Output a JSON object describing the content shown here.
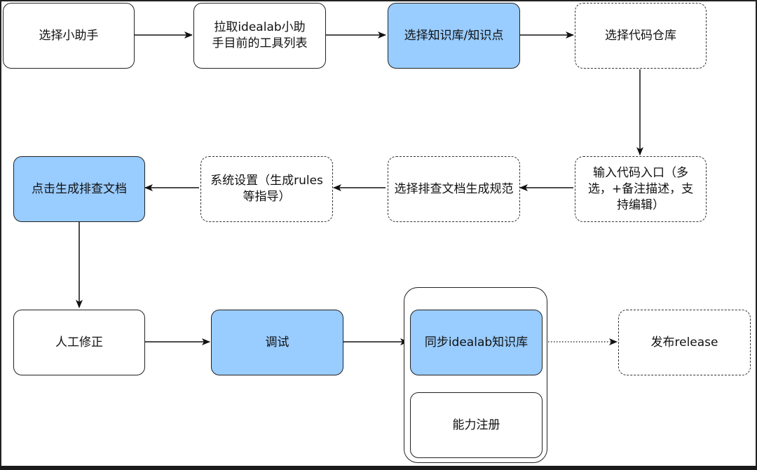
{
  "colors": {
    "node_fill_highlight": "#99ccff",
    "node_fill_default": "#ffffff",
    "stroke": "#111111"
  },
  "nodes": {
    "select_assistant": "选择小助手",
    "pull_tools": "拉取idealab小助手目前的工具列表",
    "select_knowledge": "选择知识库/知识点",
    "select_repo": "选择代码仓库",
    "input_entry": "输入代码入口（多选，+备注描述，支持编辑）",
    "select_spec": "选择排查文档生成规范",
    "system_settings": "系统设置（生成rules等指导）",
    "generate_doc": "点击生成排查文档",
    "manual_fix": "人工修正",
    "debug": "调试",
    "sync_knowledge": "同步idealab知识库",
    "capability_register": "能力注册",
    "release": "发布release"
  }
}
